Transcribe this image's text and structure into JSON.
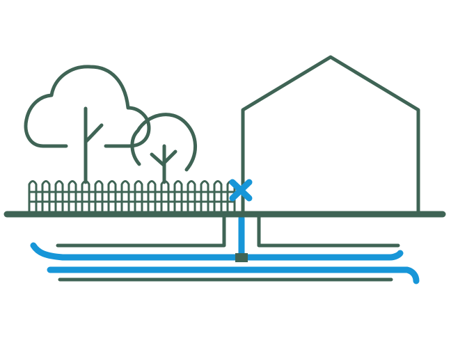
{
  "colors": {
    "background": "#ffffff",
    "outline": "#3f6455",
    "water": "#1796d8"
  },
  "icons": [
    "large-tree-icon",
    "small-tree-icon",
    "fence-icon",
    "house-icon",
    "ground-line",
    "water-service-pipe",
    "meter-box-icon",
    "shutoff-valve-x-icon",
    "water-main-line"
  ]
}
